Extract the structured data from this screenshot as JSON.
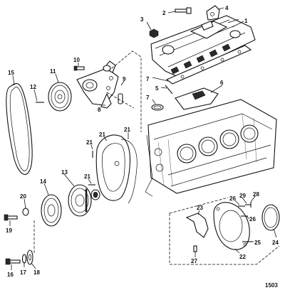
{
  "callouts": [
    "1",
    "2",
    "3",
    "4",
    "5",
    "6",
    "7",
    "7",
    "8",
    "9",
    "10",
    "11",
    "12",
    "13",
    "14",
    "15",
    "16",
    "17",
    "18",
    "19",
    "20",
    "21",
    "21",
    "21",
    "21",
    "22",
    "23",
    "24",
    "25",
    "26",
    "26",
    "27",
    "28",
    "29"
  ],
  "figure_number": "1503"
}
